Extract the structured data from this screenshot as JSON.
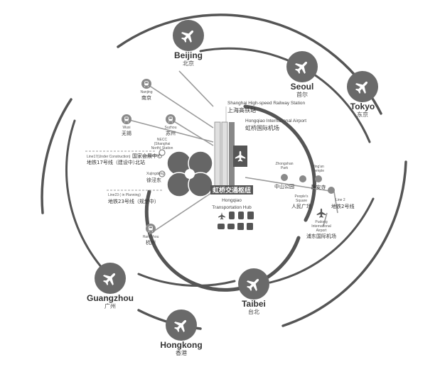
{
  "cities": {
    "beijing": {
      "en": "Beijing",
      "zh": "北京"
    },
    "seoul": {
      "en": "Seoul",
      "zh": "首尔"
    },
    "tokyo": {
      "en": "Tokyo",
      "zh": "东京"
    },
    "guangzhou": {
      "en": "Guangzhou",
      "zh": "广州"
    },
    "taibei": {
      "en": "Taibei",
      "zh": "台北"
    },
    "hongkong": {
      "en": "Hongkong",
      "zh": "香港"
    }
  },
  "rail_stations": {
    "nanjing": {
      "en": "Nanjing",
      "zh": "南京"
    },
    "wuxi": {
      "en": "Wuxi",
      "zh": "无锡"
    },
    "suzhou": {
      "en": "Suzhou",
      "zh": "苏州"
    },
    "hangzhou": {
      "en": "Hangzhou",
      "zh": "杭州"
    }
  },
  "necc": {
    "en1": "NECC",
    "en2": "(Shanghai",
    "en3": "North) Station"
  },
  "line17": {
    "en": "Line17(Under Construction)",
    "zh_line": "地铁17号线（建设中）",
    "zh_station": "国家会展中心",
    "zh_station2": "北站"
  },
  "xujing": {
    "en": "Xujingdong",
    "zh": "徐泾东"
  },
  "line23": {
    "en": "Line23 ( in Planning)",
    "zh": "地铁23号线（规划中）"
  },
  "hsr_station": {
    "en": "Shanghai High-speed Railway Station",
    "zh": "上海高铁站"
  },
  "airport": {
    "en": "Hongqiao International Airport",
    "zh": "虹桥国际机场"
  },
  "hub": {
    "zh": "虹桥交通枢纽",
    "en1": "Hongqiao",
    "en2": "Transportation Hub"
  },
  "metro_stops": {
    "zhongshan": {
      "en1": "Zhongshan",
      "en2": "Park",
      "zh": "中山公园"
    },
    "jingan": {
      "en1": "Jing'an",
      "en2": "Temple",
      "zh": "静安寺"
    },
    "peoples": {
      "en1": "People's",
      "en2": "Square",
      "zh": "人民广场"
    },
    "line2": {
      "en": "Line 2",
      "zh": "地铁2号线"
    }
  },
  "pudong": {
    "en1": "Pudong",
    "en2": "International",
    "en3": "Airport",
    "zh": "浦东国际机场"
  },
  "colors": {
    "ring": "#555555",
    "line": "#9a9a9a",
    "hub": "#555555",
    "node": "#8a8a8a"
  },
  "icons": [
    "airplane-icon",
    "train-icon",
    "metro-icon",
    "bus-icon",
    "taxi-icon",
    "car-icon"
  ]
}
